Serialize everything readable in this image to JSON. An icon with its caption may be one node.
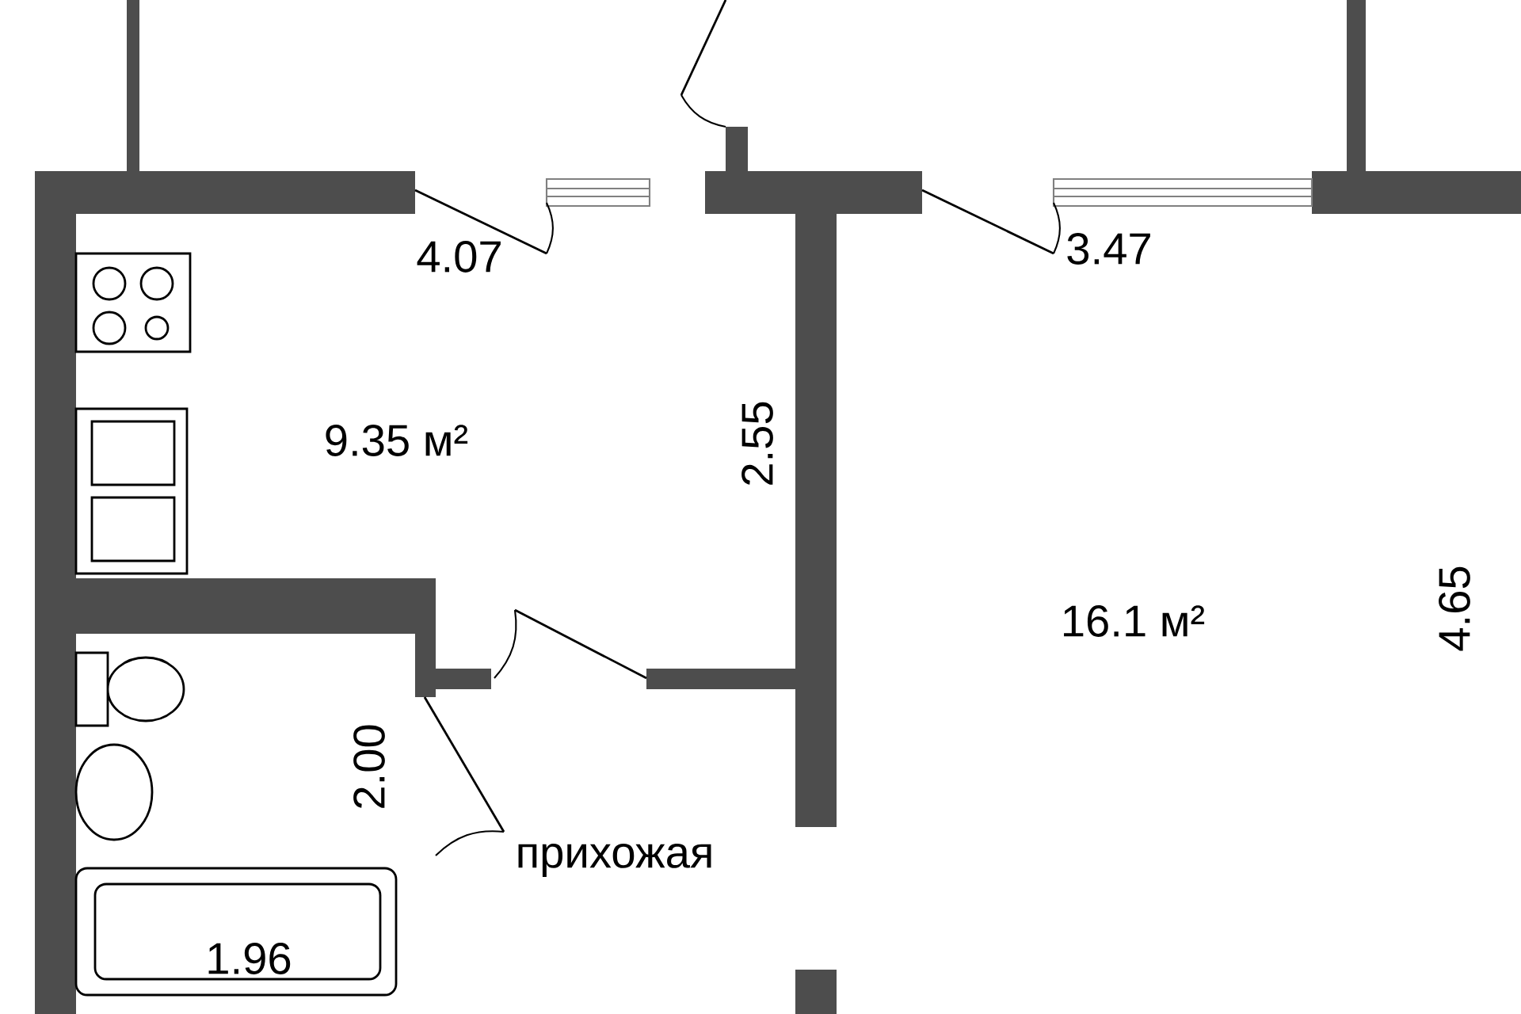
{
  "diagram": {
    "labels": [
      "4.07",
      "3.47",
      "9.35 м²",
      "2.55",
      "16.1 м²",
      "4.65",
      "2.00",
      "прихожая",
      "1.96"
    ]
  }
}
